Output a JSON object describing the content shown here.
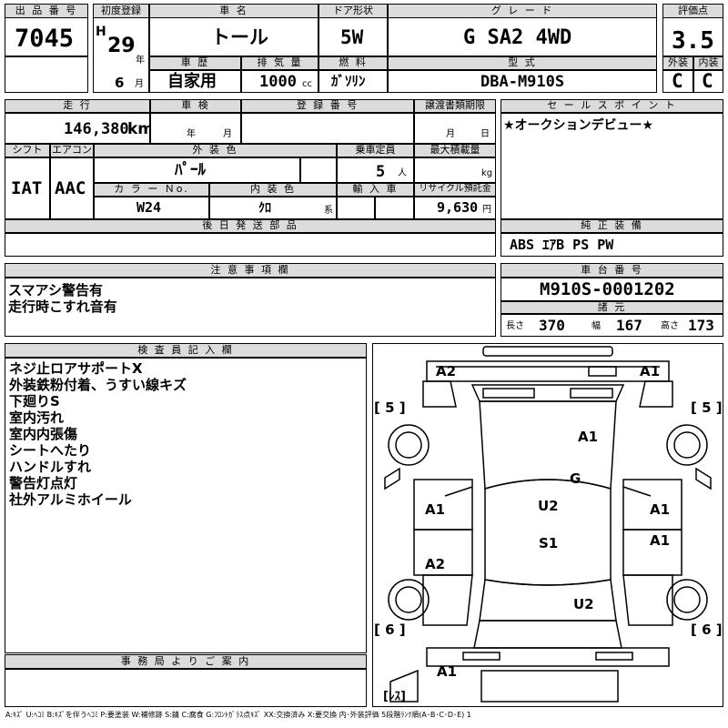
{
  "header": {
    "lot_label": "出 品 番 号",
    "lot_number": "7045",
    "first_reg_label": "初度登録",
    "era": "H",
    "year": "29",
    "year_unit": "年",
    "month": "6",
    "month_unit": "月",
    "model_label": "車 名",
    "model": "トール",
    "door_label": "ドア形状",
    "door": "5W",
    "grade_label": "グ レ ー ド",
    "grade": "G SA2 4WD",
    "score_label": "評価点",
    "score": "3.5",
    "history_label": "車 歴",
    "history": "自家用",
    "displacement_label": "排 気 量",
    "displacement": "1000",
    "displacement_unit": "cc",
    "fuel_label": "燃 料",
    "fuel": "ｶﾞｿﾘﾝ",
    "type_label": "型 式",
    "type": "DBA-M910S",
    "exterior_label": "外装",
    "exterior_grade": "C",
    "interior_label": "内装",
    "interior_grade": "C"
  },
  "row2": {
    "mileage_label": "走 行",
    "mileage": "146,380",
    "mileage_unit": "km",
    "inspection_label": "車 検",
    "insp_year_unit": "年",
    "insp_month_unit": "月",
    "reg_label": "登 録 番 号",
    "transfer_label": "譲渡書類期限",
    "transfer_month_unit": "月",
    "transfer_day_unit": "日",
    "shift_label": "シフト",
    "shift": "IAT",
    "ac_label": "エアコン",
    "ac": "AAC",
    "color_label": "外 装 色",
    "color": "ﾊﾟｰﾙ",
    "capacity_label": "乗車定員",
    "capacity": "5",
    "capacity_unit": "人",
    "load_label": "最大積載量",
    "load_unit": "kg",
    "color_no_label": "カ ラ ー Ｎo.",
    "color_no": "W24",
    "int_color_label": "内 装 色",
    "int_color": "ｸﾛ",
    "int_color_unit": "系",
    "import_label": "輸 入 車",
    "recycle_label": "リサイクル預託金",
    "recycle": "9,630",
    "recycle_unit": "円",
    "later_parts_label": "後 日 発 送 部 品"
  },
  "sales": {
    "label": "セ ー ル ス ポ イ ン ト",
    "text": "★オークションデビュー★"
  },
  "equipment": {
    "label": "純 正 装 備",
    "text": "ABS ｴｱB PS PW"
  },
  "notes": {
    "label": "注 意 事 項 欄",
    "lines": [
      "スマアシ警告有",
      "走行時こすれ音有"
    ]
  },
  "chassis": {
    "label": "車 台 番 号",
    "number": "M910S-0001202",
    "specs_label": "諸 元",
    "length_label": "長さ",
    "length": "370",
    "width_label": "幅",
    "width": "167",
    "height_label": "高さ",
    "height": "173"
  },
  "inspector": {
    "label": "検 査 員 記 入 欄",
    "lines": [
      "ネジ止ロアサポートX",
      "外装鉄粉付着、うすい線キズ",
      "下廻りS",
      "室内汚れ",
      "室内内張傷",
      "シートへたり",
      "ハンドルすれ",
      "警告灯点灯",
      "社外アルミホイール"
    ]
  },
  "office": {
    "label": "事 務 局 よ り ご 案 内"
  },
  "diagram": {
    "marks": [
      "A2",
      "A1",
      "A1",
      "G",
      "A1",
      "U2",
      "A1",
      "S1",
      "A1",
      "A2",
      "U2",
      "A1"
    ],
    "tires": [
      "[ 5 ]",
      "[ 5 ]",
      "[ 6 ]",
      "[ 6 ]"
    ],
    "spare_label": "[ﾚｽ]"
  },
  "legend": "A:ｷｽﾞ U:ﾍｺﾐ B:ｷｽﾞを伴うﾍｺﾐ P:要塗装 W:補修跡 S:錆 C:腐食 G:ﾌﾛﾝﾄｶﾞﾗｽ点ｷｽﾞ XX:交換済み X:要交換 内･外装評価 5段階ﾗﾝｸ順(A･B･C･D･E) 1"
}
